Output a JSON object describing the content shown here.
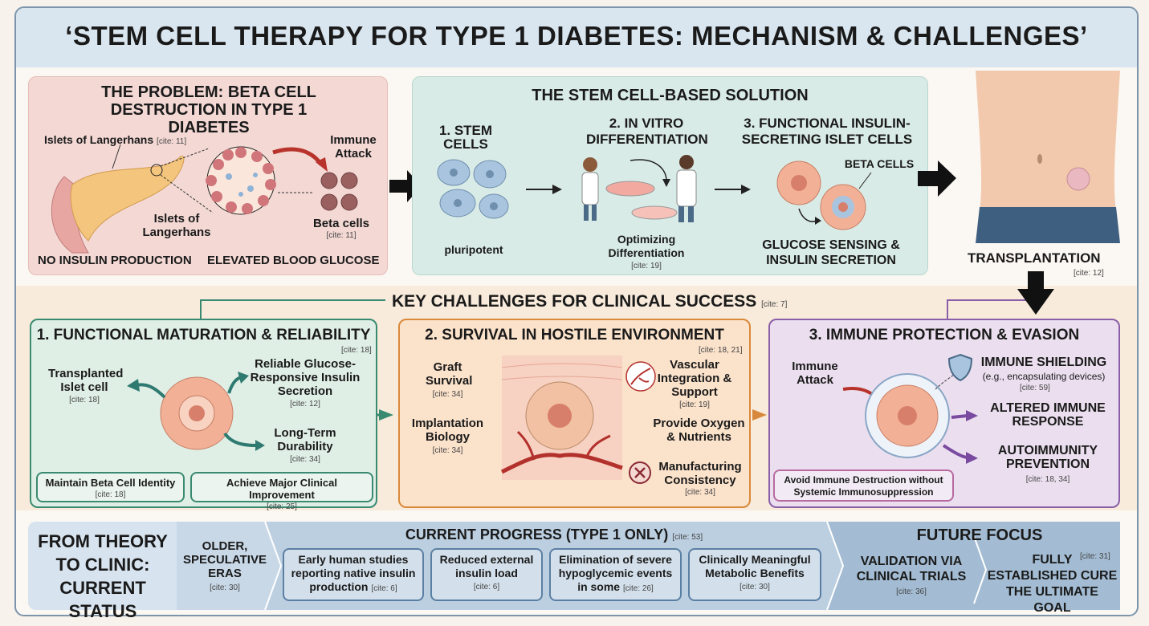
{
  "title": "‘STEM CELL THERAPY FOR TYPE 1 DIABETES: MECHANISM & CHALLENGES’",
  "problem": {
    "heading": "THE PROBLEM: BETA CELL DESTRUCTION IN TYPE 1 DIABETES",
    "islets_label": "Islets of Langerhans",
    "islets_cite": "[cite: 11]",
    "islets_label2": "Islets of Langerhans",
    "immune_attack": "Immune Attack",
    "beta_cells": "Beta cells",
    "beta_cite": "[cite: 11]",
    "no_insulin": "NO INSULIN PRODUCTION",
    "glucose": "ELEVATED BLOOD GLUCOSE"
  },
  "solution": {
    "heading": "THE STEM CELL-BASED SOLUTION",
    "step1": "1. STEM CELLS",
    "step1_sub": "pluripotent",
    "step2": "2. IN VITRO DIFFERENTIATION",
    "step2_sub": "Optimizing Differentiation",
    "step2_cite": "[cite: 19]",
    "step3": "3. FUNCTIONAL INSULIN-SECRETING ISLET CELLS",
    "beta_cells": "BETA CELLS",
    "step3_sub": "GLUCOSE SENSING & INSULIN SECRETION"
  },
  "transplant": {
    "label": "TRANSPLANTATION",
    "cite": "[cite: 12]"
  },
  "challenges": {
    "heading": "KEY CHALLENGES FOR CLINICAL SUCCESS",
    "cite": "[cite: 7]",
    "p1": {
      "heading": "1. FUNCTIONAL MATURATION & RELIABILITY",
      "cite": "[cite: 18]",
      "transplanted": "Transplanted Islet cell",
      "transplanted_cite": "[cite: 18]",
      "reliable": "Reliable Glucose-Responsive Insulin Secretion",
      "reliable_cite": "[cite: 12]",
      "durability": "Long-Term Durability",
      "durability_cite": "[cite: 34]",
      "box1": "Maintain Beta Cell Identity",
      "box1_cite": "[cite: 18]",
      "box2": "Achieve Major Clinical Improvement",
      "box2_cite": "[cite: 25]"
    },
    "p2": {
      "heading": "2. SURVIVAL IN HOSTILE ENVIRONMENT",
      "cite": "[cite: 18, 21]",
      "graft": "Graft Survival",
      "graft_cite": "[cite: 34]",
      "implant": "Implantation Biology",
      "implant_cite": "[cite: 34]",
      "vascular": "Vascular Integration & Support",
      "vascular_cite": "[cite: 19]",
      "oxygen": "Provide Oxygen & Nutrients",
      "manufacturing": "Manufacturing Consistency",
      "manufacturing_cite": "[cite: 34]"
    },
    "p3": {
      "heading": "3. IMMUNE PROTECTION & EVASION",
      "attack": "Immune Attack",
      "shielding": "IMMUNE SHIELDING",
      "shielding_sub": "(e.g., encapsulating devices)",
      "shielding_cite": "[cite: 59]",
      "altered": "ALTERED IMMUNE RESPONSE",
      "autoimmunity": "AUTOIMMUNITY PREVENTION",
      "autoimmunity_cite": "[cite: 18, 34]",
      "box": "Avoid Immune Destruction without Systemic Immunosuppression"
    }
  },
  "status": {
    "heading": "FROM THEORY TO CLINIC: CURRENT STATUS",
    "older": "OLDER, SPECULATIVE ERAS",
    "older_cite": "[cite: 30]",
    "progress_heading": "CURRENT PROGRESS (TYPE 1 ONLY)",
    "progress_cite": "[cite: 53]",
    "items": [
      {
        "text": "Early human studies reporting native insulin production",
        "cite": "[cite: 6]"
      },
      {
        "text": "Reduced external insulin load",
        "cite": "[cite: 6]"
      },
      {
        "text": "Elimination of severe hypoglycemic events in some",
        "cite": "[cite: 26]"
      },
      {
        "text": "Clinically Meaningful Metabolic Benefits",
        "cite": "[cite: 30]"
      }
    ],
    "future_heading": "FUTURE FOCUS",
    "validation": "VALIDATION VIA CLINICAL TRIALS",
    "validation_cite": "[cite: 36]",
    "cure": "FULLY ESTABLISHED CURE THE ULTIMATE GOAL",
    "cure_cite": "[cite: 31]"
  },
  "colors": {
    "problem": "#f3d8d4",
    "solution": "#d9ebe6",
    "green": "#3a8a72",
    "orange": "#d9893b",
    "purple": "#8a5fa8",
    "blue": "#b9cde0"
  }
}
